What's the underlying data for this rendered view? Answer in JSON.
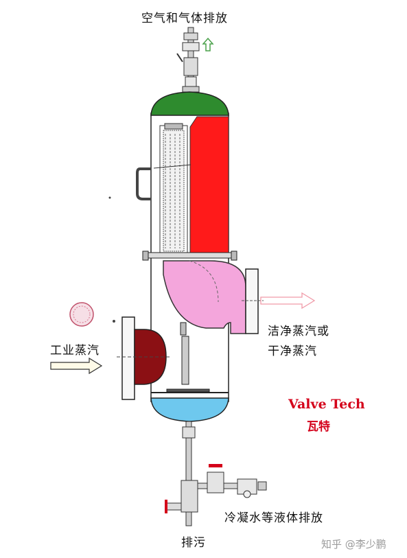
{
  "labels": {
    "top_vent": "空气和气体排放",
    "inlet": "工业蒸汽",
    "outlet_line1": "洁净蒸汽或",
    "outlet_line2": "干净蒸汽",
    "condensate": "冷凝水等液体排放",
    "blowdown": "排污"
  },
  "brand": {
    "en": "Valve Tech",
    "cn": "瓦特"
  },
  "watermark": "知乎 @李少鹏",
  "colors": {
    "top_head": "#2e8b2e",
    "filter_core": "#ff1a1a",
    "elbow": "#f4a6dc",
    "inlet_dome": "#8b1014",
    "bottom_head": "#6ec8ee",
    "brand": "#d4001a"
  }
}
